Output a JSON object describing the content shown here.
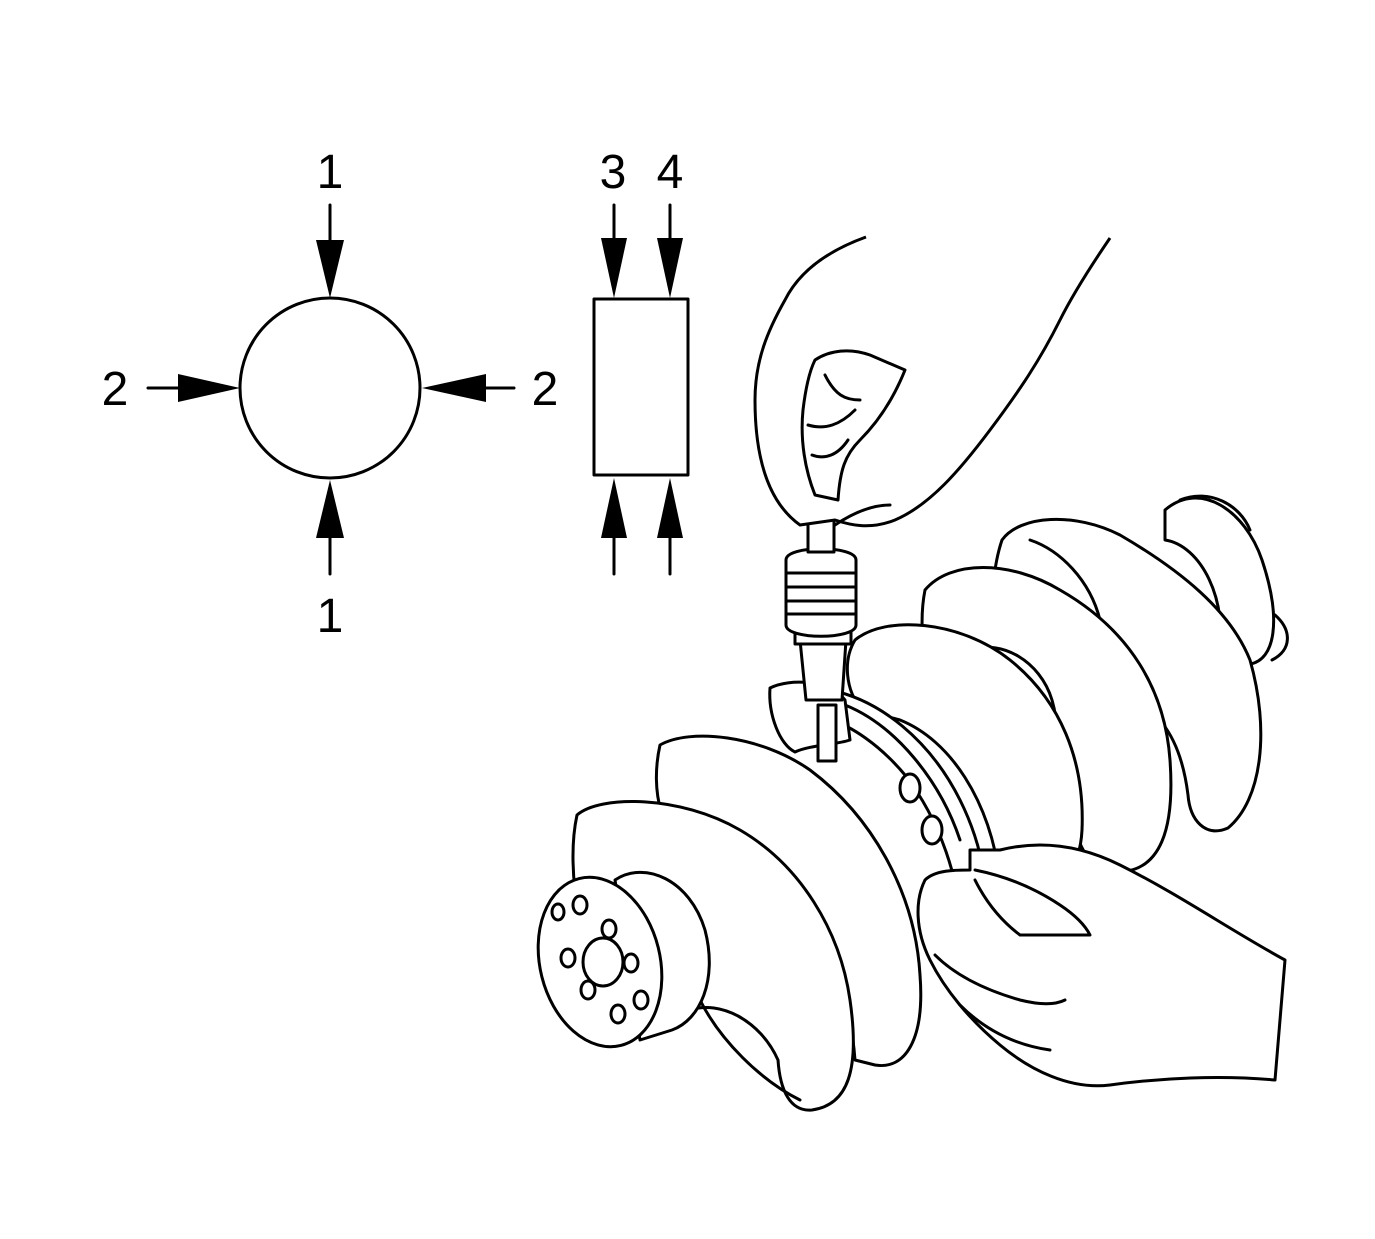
{
  "figure": {
    "callouts": {
      "top_diameter": "1",
      "bottom_diameter": "1",
      "left_diameter": "2",
      "right_diameter": "2",
      "taper_left": "3",
      "taper_right": "4"
    }
  },
  "colors": {
    "line": "#000000",
    "background": "#ffffff"
  }
}
